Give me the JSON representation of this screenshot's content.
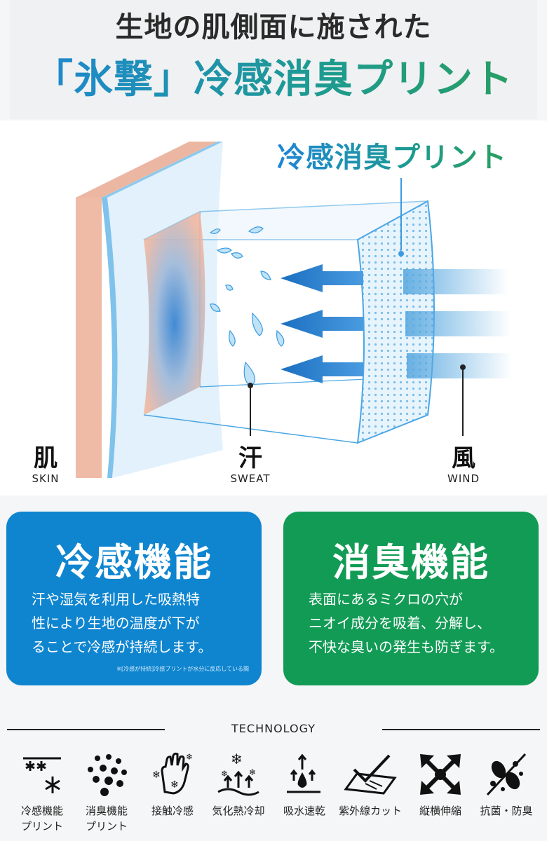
{
  "header": {
    "line1": "生地の肌側面に施された",
    "line2": "「氷撃」冷感消臭プリント"
  },
  "diagram": {
    "print_label": "冷感消臭プリント",
    "labels": [
      {
        "jp": "肌",
        "en": "SKIN"
      },
      {
        "jp": "汗",
        "en": "SWEAT"
      },
      {
        "jp": "風",
        "en": "WIND"
      }
    ]
  },
  "cards": [
    {
      "title": "冷感機能",
      "lines": [
        "汗や湿気を利用した吸熱特",
        "性により生地の温度が下が",
        "ることで冷感が持続します。"
      ],
      "note": "※[冷感が持続]冷感プリントが水分に反応している間",
      "color": "#0f85d0"
    },
    {
      "title": "消臭機能",
      "lines": [
        "表面にあるミクロの穴が",
        "ニオイ成分を吸着、分解し、",
        "不快な臭いの発生も防ぎます。"
      ],
      "color": "#129b55"
    }
  ],
  "technology": {
    "label": "TECHNOLOGY",
    "items": [
      {
        "icon": "snowflake-print-icon",
        "caption": "冷感機能\nプリント"
      },
      {
        "icon": "dots-print-icon",
        "caption": "消臭機能\nプリント"
      },
      {
        "icon": "hand-cool-icon",
        "caption": "接触冷感"
      },
      {
        "icon": "vapor-cool-icon",
        "caption": "気化熱冷却"
      },
      {
        "icon": "water-drop-icon",
        "caption": "吸水速乾"
      },
      {
        "icon": "uv-cut-icon",
        "caption": "紫外線カット"
      },
      {
        "icon": "stretch-arrows-icon",
        "caption": "縦横伸縮"
      },
      {
        "icon": "antibacterial-icon",
        "caption": "抗菌・防臭"
      }
    ]
  }
}
